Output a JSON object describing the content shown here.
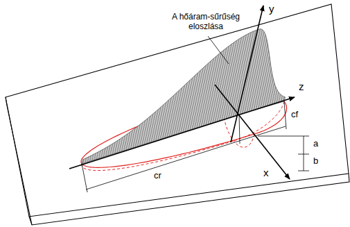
{
  "diagram": {
    "labels": [
      "A hőáram-sűrűség eloszlása",
      "y",
      "z",
      "x",
      "a",
      "b",
      "cr",
      "cf"
    ]
  }
}
